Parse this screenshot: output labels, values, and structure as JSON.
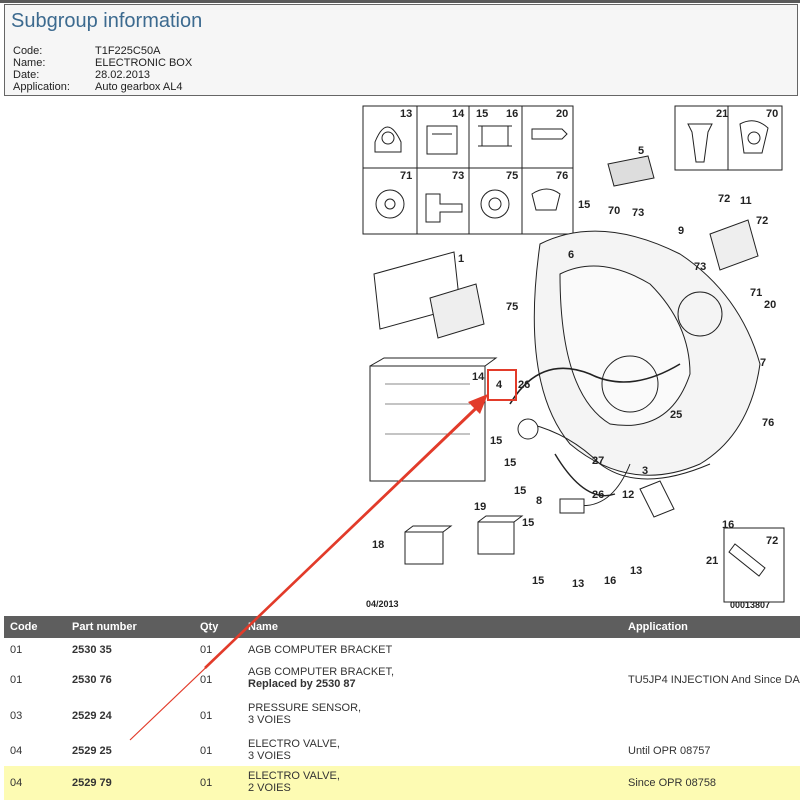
{
  "info": {
    "title": "Subgroup information",
    "rows": [
      {
        "k": "Code:",
        "v": "T1F225C50A"
      },
      {
        "k": "Name:",
        "v": "ELECTRONIC BOX"
      },
      {
        "k": "Date:",
        "v": "28.02.2013"
      },
      {
        "k": "Application:",
        "v": "Auto gearbox AL4"
      }
    ]
  },
  "drawing": {
    "date": "04/2013",
    "ref": "00013807",
    "callouts": [
      "13",
      "14",
      "15",
      "16",
      "20",
      "21",
      "70",
      "71",
      "73",
      "75",
      "76",
      "5",
      "72",
      "11",
      "15",
      "70",
      "73",
      "9",
      "72",
      "1",
      "6",
      "73",
      "71",
      "20",
      "75",
      "14",
      "4",
      "26",
      "7",
      "76",
      "25",
      "15",
      "15",
      "15",
      "27",
      "3",
      "8",
      "26",
      "12",
      "16",
      "15",
      "21",
      "19",
      "18",
      "15",
      "13",
      "16",
      "13",
      "72"
    ]
  },
  "table": {
    "headers": {
      "code": "Code",
      "part": "Part number",
      "qty": "Qty",
      "name": "Name",
      "app": "Application"
    },
    "rows": [
      {
        "code": "01",
        "part": "2530 35",
        "qty": "01",
        "name1": "AGB COMPUTER BRACKET",
        "name2": "",
        "app": "",
        "highlight": false
      },
      {
        "code": "01",
        "part": "2530 76",
        "qty": "01",
        "name1": "AGB COMPUTER BRACKET,",
        "name2": "Replaced by 2530 87",
        "app": "TU5JP4 INJECTION And Since DA",
        "highlight": false
      },
      {
        "code": "03",
        "part": "2529 24",
        "qty": "01",
        "name1": "PRESSURE SENSOR,",
        "name2": "3 VOIES",
        "app": "",
        "highlight": false
      },
      {
        "code": "04",
        "part": "2529 25",
        "qty": "01",
        "name1": "ELECTRO VALVE,",
        "name2": "3 VOIES",
        "app": "Until OPR 08757",
        "highlight": false
      },
      {
        "code": "04",
        "part": "2529 79",
        "qty": "01",
        "name1": "ELECTRO VALVE,",
        "name2": "2 VOIES",
        "app": "Since OPR 08758",
        "highlight": true
      }
    ]
  },
  "colors": {
    "header_bg": "#5e5e5e",
    "highlight": "#fdfbb3",
    "title": "#3c6a8f",
    "arrow": "#e23b2a"
  }
}
